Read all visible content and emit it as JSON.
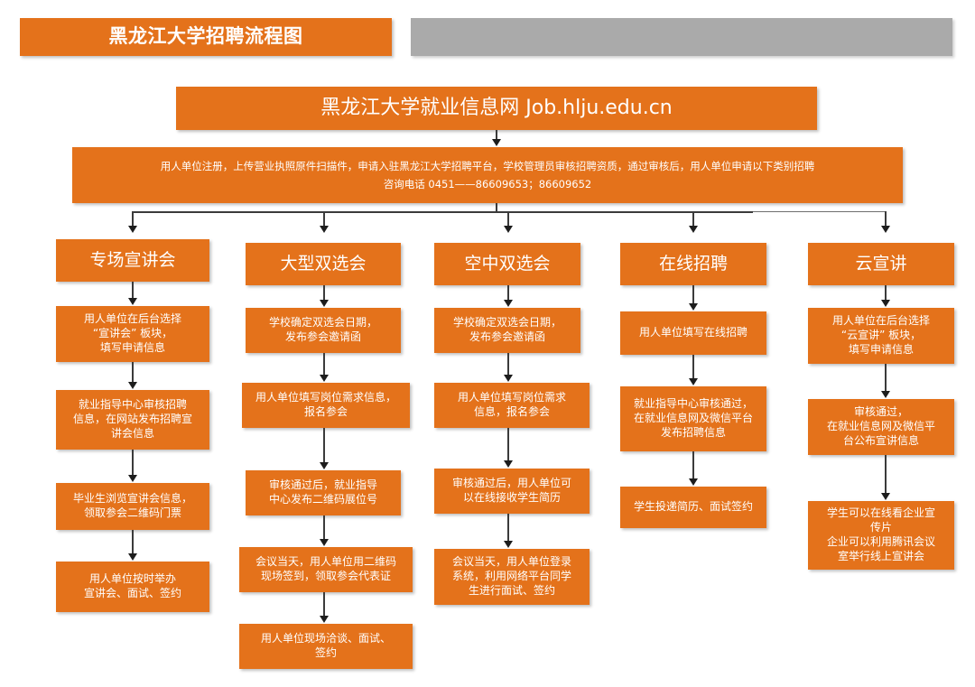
{
  "header": {
    "title": "黑龙江大学招聘流程图",
    "gray_bar_label": ""
  },
  "site_banner": {
    "text": "黑龙江大学就业信息网 Job.hlju.edu.cn"
  },
  "intro_banner": {
    "line1": "用人单位注册，上传营业执照原件扫描件，申请入驻黑龙江大学招聘平台，学校管理员审核招聘资质，通过审核后，用人单位申请以下类别招聘",
    "line2": "咨询电话 0451——86609653；86609652"
  },
  "colors": {
    "orange": "#E4721B",
    "gray": "#AAAAAA",
    "connector": "#3b3b3b",
    "text": "#FFFFFF"
  },
  "columns": [
    {
      "header": "专场宣讲会",
      "steps": [
        "用人单位在后台选择\n“宣讲会” 板块，\n填写申请信息",
        "就业指导中心审核招聘\n信息，在网站发布招聘宣\n讲会信息",
        "毕业生浏览宣讲会信息，\n领取参会二维码门票",
        "用人单位按时举办\n宣讲会、面试、签约"
      ]
    },
    {
      "header": "大型双选会",
      "steps": [
        "学校确定双选会日期，\n发布参会邀请函",
        "用人单位填写岗位需求信息，\n报名参会",
        "审核通过后，就业指导\n中心发布二维码展位号",
        "会议当天，用人单位用二维码\n现场签到，领取参会代表证",
        "用人单位现场洽谈、面试、\n签约"
      ]
    },
    {
      "header": "空中双选会",
      "steps": [
        "学校确定双选会日期，\n发布参会邀请函",
        "用人单位填写岗位需求\n信息，报名参会",
        "审核通过后，用人单位可\n以在线接收学生简历",
        "会议当天，用人单位登录\n系统，利用网络平台同学\n生进行面试、签约"
      ]
    },
    {
      "header": "在线招聘",
      "steps": [
        "用人单位填写在线招聘",
        "就业指导中心审核通过，\n在就业信息网及微信平台\n发布招聘信息",
        "学生投递简历、面试签约"
      ]
    },
    {
      "header": "云宣讲",
      "steps": [
        "用人单位在后台选择\n“云宣讲” 板块，\n填写申请信息",
        "审核通过，\n在就业信息网及微信平\n台公布宣讲信息",
        "学生可以在线看企业宣\n传片\n企业可以利用腾讯会议\n室举行线上宣讲会"
      ]
    }
  ]
}
